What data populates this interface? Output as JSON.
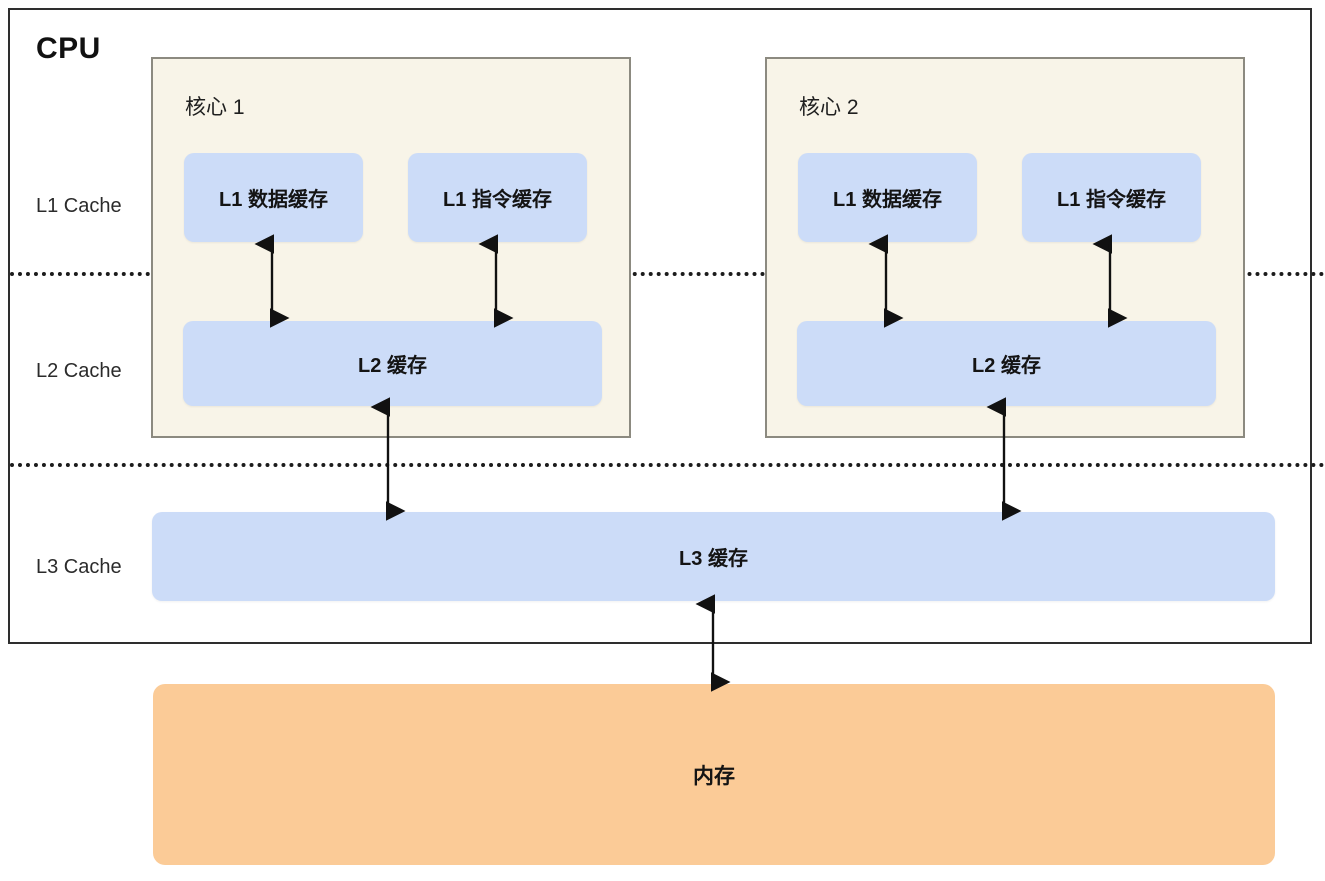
{
  "diagram": {
    "title": "CPU",
    "level_labels": {
      "l1": "L1 Cache",
      "l2": "L2 Cache",
      "l3": "L3 Cache"
    },
    "cores": [
      {
        "title": "核心 1",
        "l1_data": "L1 数据缓存",
        "l1_instruction": "L1 指令缓存",
        "l2": "L2 缓存"
      },
      {
        "title": "核心 2",
        "l1_data": "L1 数据缓存",
        "l1_instruction": "L1 指令缓存",
        "l2": "L2 缓存"
      }
    ],
    "l3_cache": "L3 缓存",
    "memory": "内存",
    "colors": {
      "cache_blue": "#ccdcf8",
      "core_beige": "#f8f4e8",
      "core_border": "#8c8a80",
      "memory_orange": "#fbcb97",
      "cpu_border": "#2e2e2e",
      "arrow": "#111111",
      "separator": "#1c1c1c",
      "text": "#141414"
    }
  }
}
